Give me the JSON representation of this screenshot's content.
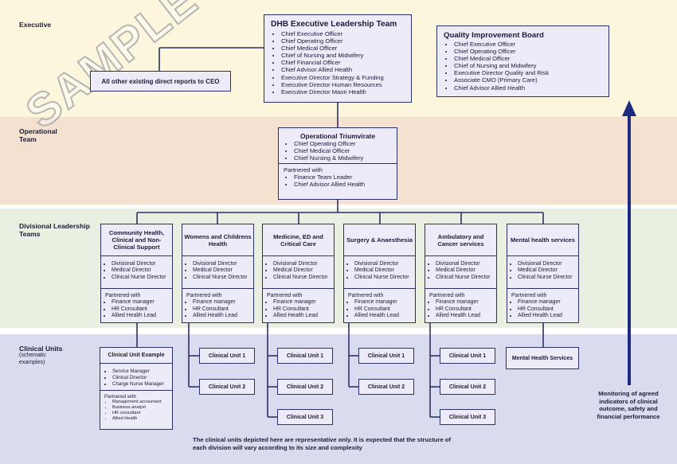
{
  "bands": {
    "executive": "Executive",
    "operational_line1": "Operational",
    "operational_line2": "Team",
    "divisional_line1": "Divisional Leadership",
    "divisional_line2": "Teams",
    "clinical": "Clinical Units",
    "clinical_sub1": "(schematic",
    "clinical_sub2": "examples)"
  },
  "watermark": "SAMPLE ONLY",
  "exec_team": {
    "title": "DHB Executive Leadership Team",
    "members": [
      "Chief Executive Officer",
      "Chief Operating Officer",
      "Chief Medical Officer",
      "Chief of Nursing and Midwifery",
      "Chief Financial Officer",
      "Chief Advisor Allied Health",
      "Executive Director Strategy & Funding",
      "Executive Director Human Resources",
      "Executive Director Maori Health"
    ]
  },
  "other_reports": "All other existing direct reports to CEO",
  "qib": {
    "title": "Quality Improvement Board",
    "members": [
      "Chief Executive Officer",
      "Chief Operating Officer",
      "Chief Medical Officer",
      "Chief of Nursing and Midwifery",
      "Executive Director Quality and Risk",
      "Associate CMO (Primary Care)",
      "Chief Advisor Allied Health"
    ]
  },
  "triumvirate": {
    "title": "Operational Triumvirate",
    "members": [
      "Chief Operating Officer",
      "Chief Medical Officer",
      "Chief Nursing & Midwifery"
    ],
    "partner_label": "Partnered with",
    "partners": [
      "Finance Team Leader",
      "Chief Advisor Allied Health"
    ]
  },
  "divisions": [
    {
      "title": "Community Health, Clinical and Non-Clinical Support",
      "members": [
        "Divisional Director",
        "Medical Director",
        "Clinical Nurse Director"
      ],
      "partner_label": "Partnered with",
      "partners": [
        "Finance manager",
        "HR Consultant",
        "Allied Health Lead"
      ]
    },
    {
      "title": "Womens and Childrens Health",
      "members": [
        "Divisional Director",
        "Medical Director",
        "Clinical Nurse Director"
      ],
      "partner_label": "Partnered with",
      "partners": [
        "Finance manager",
        "HR Consultant",
        "Allied Health Lead"
      ]
    },
    {
      "title": "Medicine, ED and Critical Care",
      "members": [
        "Divisional Director",
        "Medical Director",
        "Clinical Nurse Director"
      ],
      "partner_label": "Partnered with",
      "partners": [
        "Finance manager",
        "HR Consultant",
        "Allied Health Lead"
      ]
    },
    {
      "title": "Surgery & Anaesthesia",
      "members": [
        "Divisional Director",
        "Medical Director",
        "Clinical Nurse Director"
      ],
      "partner_label": "Partnered with",
      "partners": [
        "Finance manager",
        "HR Consultant",
        "Allied Health Lead"
      ]
    },
    {
      "title": "Ambulatory and Cancer services",
      "members": [
        "Divisional Director",
        "Medical Director",
        "Clinical Nurse Director"
      ],
      "partner_label": "Partnered with",
      "partners": [
        "Finance manager",
        "HR Consultant",
        "Allied Health Lead"
      ]
    },
    {
      "title": "Mental health services",
      "members": [
        "Divisional Director",
        "Medical Director",
        "Clinical Nurse Director"
      ],
      "partner_label": "Partnered with",
      "partners": [
        "Finance manager",
        "HR Consultant",
        "Allied Health Lead"
      ]
    }
  ],
  "clinical_unit_example": {
    "title": "Clinical Unit Example",
    "members": [
      "Service Manager",
      "Clinical Director",
      "Charge Nurse Manager"
    ],
    "partner_label": "Partnered with",
    "partners": [
      "Management accountant",
      "Business analyst",
      "HR consultant",
      "Allied Health"
    ]
  },
  "clinical_units": {
    "women": [
      "Clinical Unit 1",
      "Clinical Unit 2"
    ],
    "medicine": [
      "Clinical Unit 1",
      "Clinical Unit 2",
      "Clinical Unit 3"
    ],
    "surgery": [
      "Clinical Unit 1",
      "Clinical Unit 2"
    ],
    "ambulatory": [
      "Clinical Unit 1",
      "Clinical Unit 2",
      "Clinical Unit 3"
    ],
    "mental": "Mental Health Services"
  },
  "note": "The clinical units depicted here are representative only.  It is expected that the structure of each division will vary according to its size and complexity",
  "monitoring": "Monitoring of agreed indicators of clinical outcome, safety and financial performance",
  "colors": {
    "box_border": "#2c3068",
    "box_fill": "#ecebf7",
    "band_executive": "#fbf6dc",
    "band_operational": "#f4e1cf",
    "band_divisional": "#e9efe1",
    "band_clinical": "#d9dbee"
  }
}
